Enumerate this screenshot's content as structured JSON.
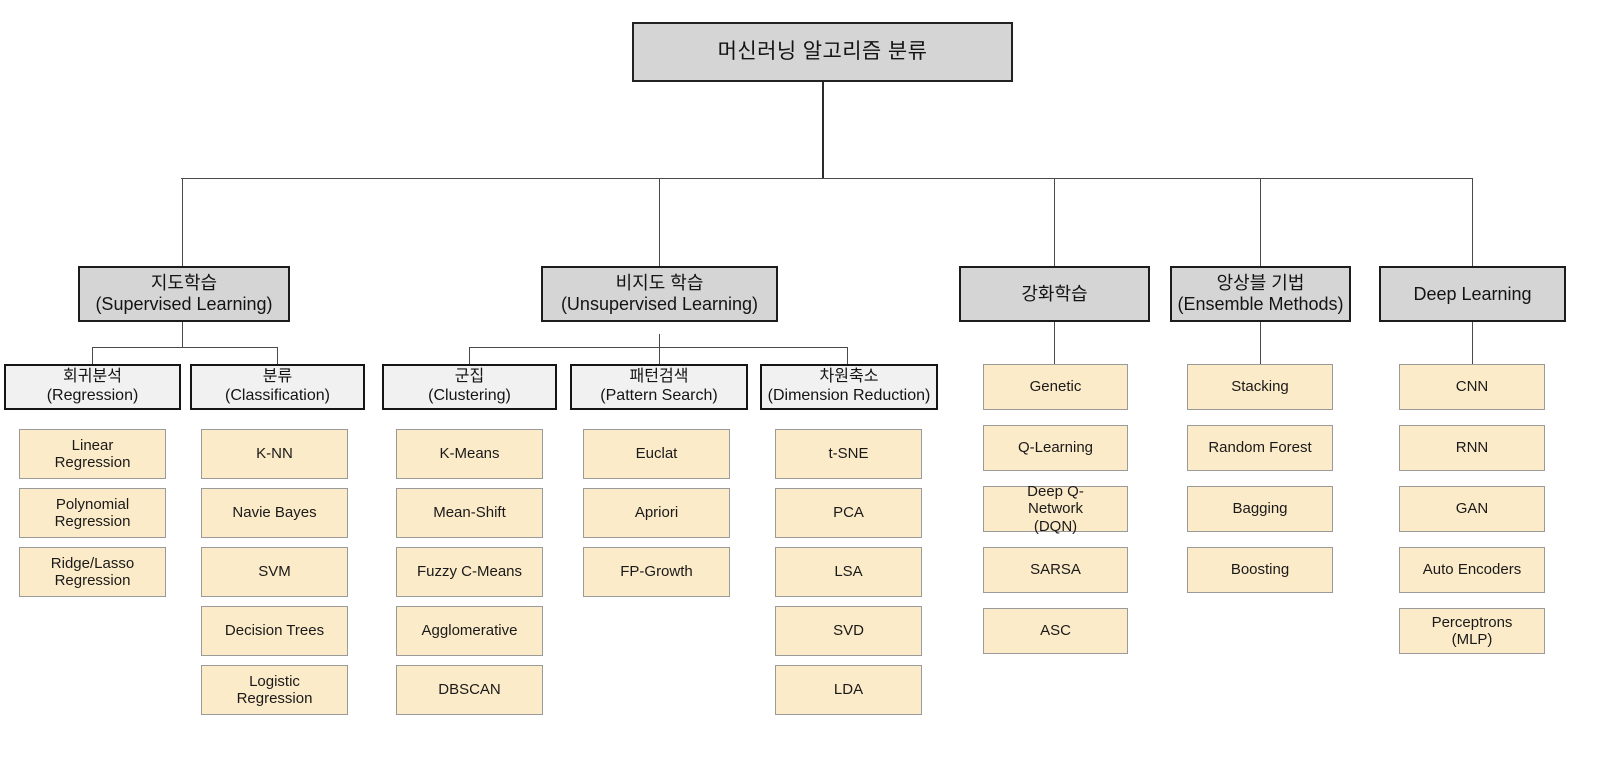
{
  "diagram": {
    "title": "머신러닝 알고리즘 분류",
    "root": {
      "label": "머신러닝 알고리즘 분류"
    },
    "level2": [
      {
        "key": "supervised",
        "label": "지도학습\n(Supervised Learning)"
      },
      {
        "key": "unsupervised",
        "label": "비지도 학습\n(Unsupervised Learning)"
      },
      {
        "key": "reinforcement",
        "label": "강화학습"
      },
      {
        "key": "ensemble",
        "label": "앙상블 기법\n(Ensemble Methods)"
      },
      {
        "key": "deeplearning",
        "label": "Deep Learning"
      }
    ],
    "level3": [
      {
        "key": "regression",
        "label": "회귀분석\n(Regression)"
      },
      {
        "key": "classification",
        "label": "분류\n(Classification)"
      },
      {
        "key": "clustering",
        "label": "군집\n(Clustering)"
      },
      {
        "key": "pattern",
        "label": "패턴검색\n(Pattern Search)"
      },
      {
        "key": "dimension",
        "label": "차원축소\n(Dimension  Reduction)"
      }
    ],
    "columns": {
      "regression": [
        "Linear\nRegression",
        "Polynomial\nRegression",
        "Ridge/Lasso\nRegression"
      ],
      "classification": [
        "K-NN",
        "Navie Bayes",
        "SVM",
        "Decision Trees",
        "Logistic\nRegression"
      ],
      "clustering": [
        "K-Means",
        "Mean-Shift",
        "Fuzzy C-Means",
        "Agglomerative",
        "DBSCAN"
      ],
      "pattern": [
        "Euclat",
        "Apriori",
        "FP-Growth"
      ],
      "dimension": [
        "t-SNE",
        "PCA",
        "LSA",
        "SVD",
        "LDA"
      ],
      "reinforcement": [
        "Genetic",
        "Q-Learning",
        "Deep Q-\nNetwork\n(DQN)",
        "SARSA",
        "ASC"
      ],
      "ensemble": [
        "Stacking",
        "Random Forest",
        "Bagging",
        "Boosting"
      ],
      "deeplearning": [
        "CNN",
        "RNN",
        "GAN",
        "Auto Encoders",
        "Perceptrons\n(MLP)"
      ]
    },
    "colors": {
      "category_fill": "#d5d5d5",
      "subcategory_fill": "#f1f1f1",
      "leaf_fill": "#fcebc8",
      "border_dark": "#1c1c1c",
      "leaf_border": "#9a9a9a",
      "line": "#2b2b2b",
      "background": "#ffffff"
    }
  }
}
